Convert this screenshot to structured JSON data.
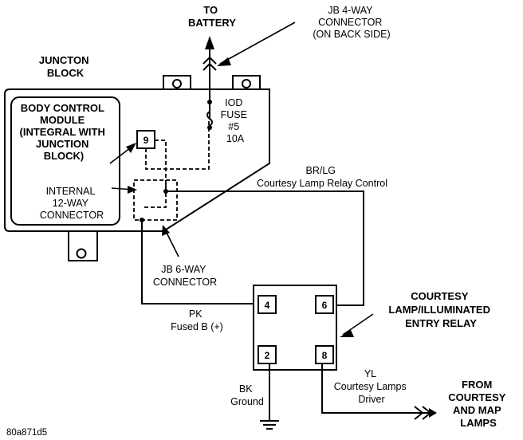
{
  "labels": {
    "to_battery": [
      "TO",
      "BATTERY"
    ],
    "jb4": [
      "JB 4-WAY",
      "CONNECTOR",
      "(ON BACK SIDE)"
    ],
    "junction_block": [
      "JUNCTON",
      "BLOCK"
    ],
    "bcm": [
      "BODY CONTROL",
      "MODULE",
      "(INTEGRAL WITH",
      "JUNCTION",
      "BLOCK)"
    ],
    "ign_fuse": [
      "IOD",
      "FUSE",
      "#5",
      "10A"
    ],
    "internal_conn": [
      "INTERNAL",
      "12-WAY",
      "CONNECTOR"
    ],
    "brlg": [
      "BR/LG",
      "Courtesy Lamp Relay Control"
    ],
    "jb6": [
      "JB 6-WAY",
      "CONNECTOR"
    ],
    "pk": [
      "PK",
      "Fused B (+)"
    ],
    "relay_label": [
      "COURTESY",
      "LAMP/ILLUMINATED",
      "ENTRY RELAY"
    ],
    "bk": [
      "BK",
      "Ground"
    ],
    "yl": [
      "YL",
      "Courtesy Lamps",
      "Driver"
    ],
    "from_lamps": [
      "FROM",
      "COURTESY",
      "AND MAP",
      "LAMPS"
    ],
    "caption": "80a871d5"
  },
  "pins": {
    "bcm_pin": "9",
    "relay_pin_4": "4",
    "relay_pin_6": "6",
    "relay_pin_2": "2",
    "relay_pin_8": "8"
  }
}
